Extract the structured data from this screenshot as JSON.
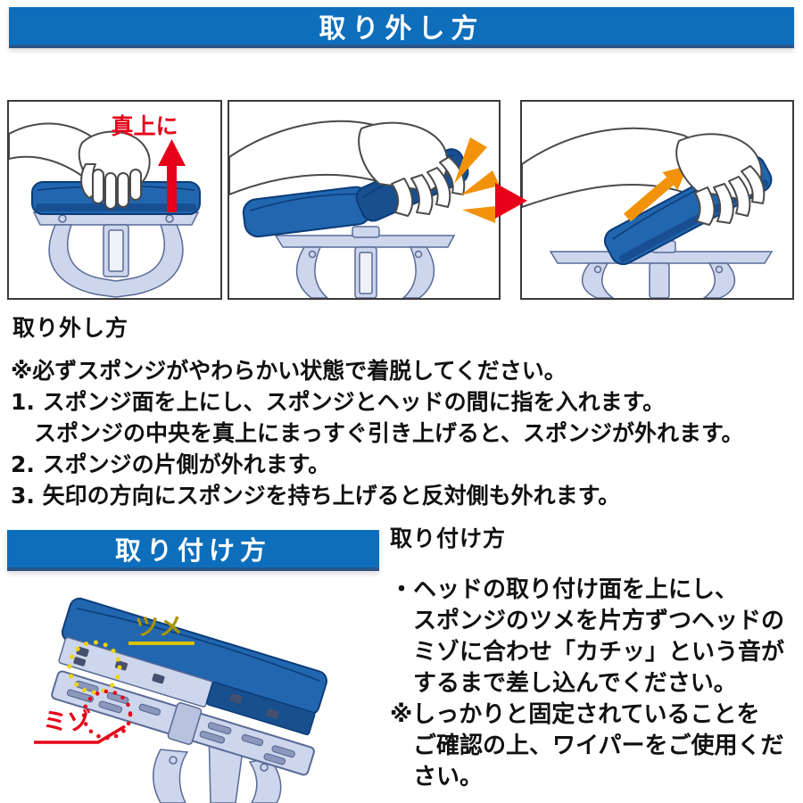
{
  "banners": {
    "remove": "取り外し方",
    "attach": "取り付け方"
  },
  "removal": {
    "heading": "取り外し方",
    "lines": [
      "※必ずスポンジがやわらかい状態で着脱してください。",
      "1. スポンジ面を上にし、スポンジとヘッドの間に指を入れます。",
      "スポンジの中央を真上にまっすぐ引き上げると、スポンジが外れます。",
      "2. スポンジの片側が外れます。",
      "3. 矢印の方向にスポンジを持ち上げると反対側も外れます。"
    ],
    "panel1_label": "真上に"
  },
  "attachment": {
    "heading": "取り付け方",
    "lines": [
      "・ヘッドの取り付け面を上にし、",
      "スポンジのツメを片方ずつヘッドの",
      "ミゾに合わせ「カチッ」という音が",
      "するまで差し込んでください。",
      "※しっかりと固定されていることを",
      "ご確認の上、ワイパーをご使用くだ",
      "さい。"
    ],
    "label_tsume": "ツメ",
    "label_mizo": "ミゾ"
  },
  "colors": {
    "banner_blue": "#0d6ebc",
    "accent_red": "#e60019",
    "accent_orange": "#f2920a",
    "label_gold": "#a89400",
    "sponge_blue": "#2166af",
    "sponge_dark": "#174f8f",
    "head_lavender": "#cdd6ec"
  }
}
